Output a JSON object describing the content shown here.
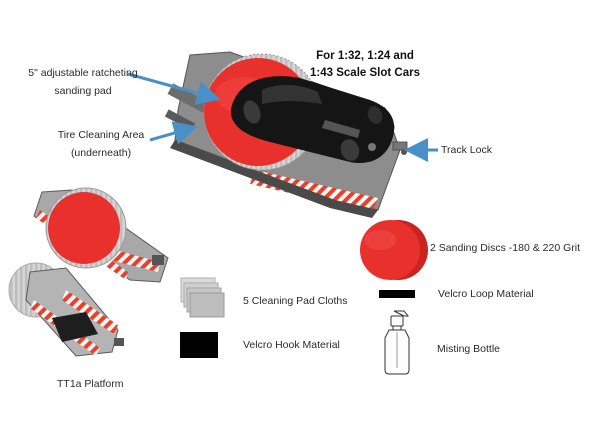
{
  "headline": {
    "line1": "For 1:32, 1:24 and",
    "line2": "1:43 Scale Slot Cars"
  },
  "callouts": {
    "sanding_pad_line1": "5\" adjustable ratcheting",
    "sanding_pad_line2": "sanding pad",
    "tire_area_line1": "Tire Cleaning Area",
    "tire_area_line2": "(underneath)",
    "track_lock": "Track Lock"
  },
  "items": {
    "sanding_discs": "2 Sanding Discs -180 & 220 Grit",
    "velcro_loop": "Velcro Loop Material",
    "cleaning_cloths": "5 Cleaning Pad Cloths",
    "velcro_hook": "Velcro Hook Material",
    "misting_bottle": "Misting Bottle",
    "platform": "TT1a Platform"
  },
  "colors": {
    "pad_red": "#e8302c",
    "arrow_blue": "#4a90c8",
    "stripe_red": "#e8402a",
    "platform_gray": "#9a9a9a",
    "car_black": "#151515"
  }
}
